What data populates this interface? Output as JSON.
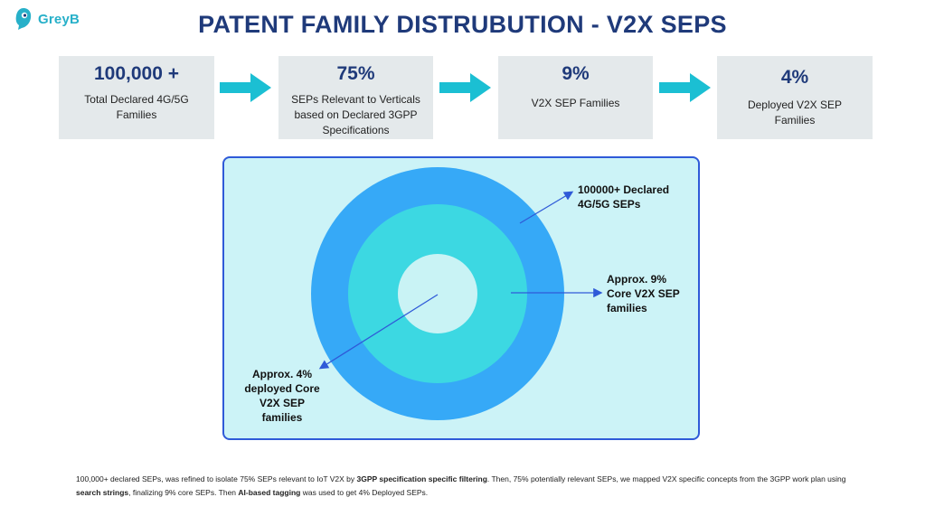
{
  "brand": {
    "name": "GreyB",
    "color": "#27b0c9"
  },
  "title": "PATENT FAMILY DISTRUBUTION - V2X SEPS",
  "stats": [
    {
      "value": "100,000 +",
      "label": "Total Declared 4G/5G Families"
    },
    {
      "value": "75%",
      "label": "SEPs Relevant to Verticals based on Declared 3GPP Specifications"
    },
    {
      "value": "9%",
      "label": "V2X SEP Families"
    },
    {
      "value": "4%",
      "label": "Deployed V2X SEP Families"
    }
  ],
  "diagram": {
    "colors": {
      "outer": "#36a9f7",
      "middle": "#3cd8e2",
      "inner": "#c9f3f5",
      "panel": "#ccf3f7",
      "border": "#2f5ad8"
    },
    "callouts": [
      {
        "text": "100000+ Declared 4G/5G SEPs"
      },
      {
        "text": "Approx. 9% Core V2X SEP families"
      },
      {
        "text": "Approx. 4% deployed Core V2X SEP families"
      }
    ]
  },
  "footnote": {
    "p1": "100,000+ declared SEPs, was refined to isolate 75% SEPs relevant to IoT V2X by ",
    "b1": "3GPP specification specific filtering",
    "p2": ". Then, 75% potentially relevant SEPs, we mapped V2X specific concepts from the 3GPP work plan using ",
    "b2": "search strings",
    "p3": ", finalizing 9% core SEPs. Then ",
    "b3": "AI-based tagging",
    "p4": " was used to get 4% Deployed SEPs."
  }
}
